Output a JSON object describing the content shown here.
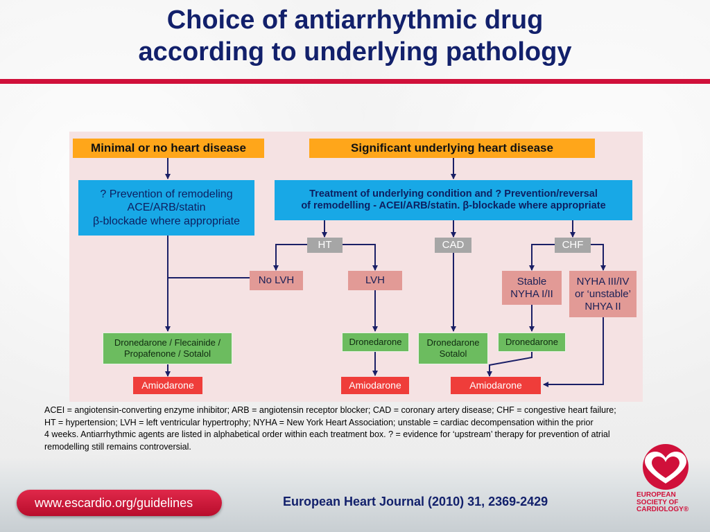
{
  "title": {
    "line1": "Choice of antiarrhythmic drug",
    "line2": "according to underlying pathology"
  },
  "colors": {
    "title": "#12206b",
    "accent_red": "#d0103a",
    "orange_box": "#ffa61a",
    "blue_box": "#18a8e6",
    "grey_box": "#a6a6a6",
    "pink_box": "#e29a96",
    "green_box": "#6cbc5f",
    "red_box": "#ef3d3a",
    "arrow": "#1a1f66",
    "panel": "#f5e2e3"
  },
  "flowchart": {
    "headers": {
      "minimal": "Minimal or no heart disease",
      "significant": "Significant underlying heart disease"
    },
    "left_treatment": {
      "line1": "? Prevention of remodeling",
      "line2": "ACE/ARB/statin",
      "line3": "β-blockade where appropriate"
    },
    "right_treatment": {
      "line1": "Treatment of underlying condition and ? Prevention/reversal",
      "line2": "of remodelling - ACEI/ARB/statin. β-blockade where appropriate"
    },
    "categories": {
      "ht": "HT",
      "cad": "CAD",
      "chf": "CHF"
    },
    "conditions": {
      "no_lvh": "No LVH",
      "lvh": "LVH",
      "stable_line1": "Stable",
      "stable_line2": "NYHA I/II",
      "severe_line1": "NYHA III/IV",
      "severe_line2": "or ‘unstable’",
      "severe_line3": "NHYA II"
    },
    "drugs": {
      "minimal_line1": "Dronedarone / Flecainide /",
      "minimal_line2": "Propafenone / Sotalol",
      "lvh": "Dronedarone",
      "cad_line1": "Dronedarone",
      "cad_line2": "Sotalol",
      "chf_stable": "Dronedarone"
    },
    "fallback": {
      "left": "Amiodarone",
      "middle": "Amiodarone",
      "right": "Amiodarone"
    }
  },
  "legend": {
    "line1": "ACEI = angiotensin-converting enzyme inhibitor; ARB = angiotensin receptor blocker; CAD = coronary artery disease; CHF = congestive heart failure;",
    "line2": "HT = hypertension; LVH = left ventricular hypertrophy; NYHA = New York Heart Association; unstable = cardiac decompensation within the prior",
    "line3": "4 weeks. Antiarrhythmic agents are listed in alphabetical order within each treatment box. ? = evidence for ‘upstream’ therapy for prevention of atrial",
    "line4": "remodelling still remains controversial."
  },
  "footer": {
    "url": "www.escardio.org/guidelines",
    "citation": "European Heart Journal (2010) 31, 2369-2429",
    "logo_line1": "EUROPEAN",
    "logo_line2": "SOCIETY OF",
    "logo_line3": "CARDIOLOGY®"
  }
}
